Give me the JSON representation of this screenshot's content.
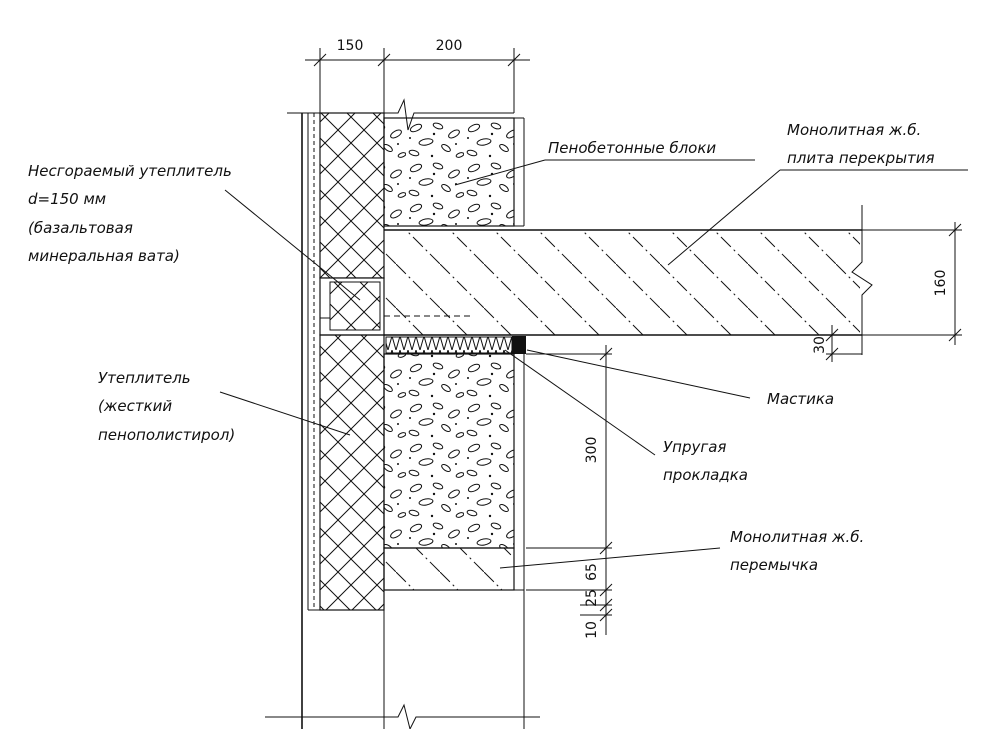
{
  "dimensions": {
    "top_left": "150",
    "top_right": "200",
    "slab_thickness": "160",
    "gap": "30",
    "block_height": "300",
    "lintel_65": "65",
    "lintel_25": "25",
    "bottom_10": "10"
  },
  "labels": {
    "foam_blocks": "Пенобетонные блоки",
    "slab_line1": "Монолитная ж.б.",
    "slab_line2": "плита перекрытия",
    "insul_line1": "Несгораемый утеплитель",
    "insul_line2": "d=150 мм",
    "insul_line3": "(базальтовая",
    "insul_line4": "минеральная вата)",
    "rigid_line1": "Утеплитель",
    "rigid_line2": "(жесткий",
    "rigid_line3": "пенополистирол)",
    "mastic": "Мастика",
    "gasket_line1": "Упругая",
    "gasket_line2": "прокладка",
    "lintel_line1": "Монолитная ж.б.",
    "lintel_line2": "перемычка"
  }
}
